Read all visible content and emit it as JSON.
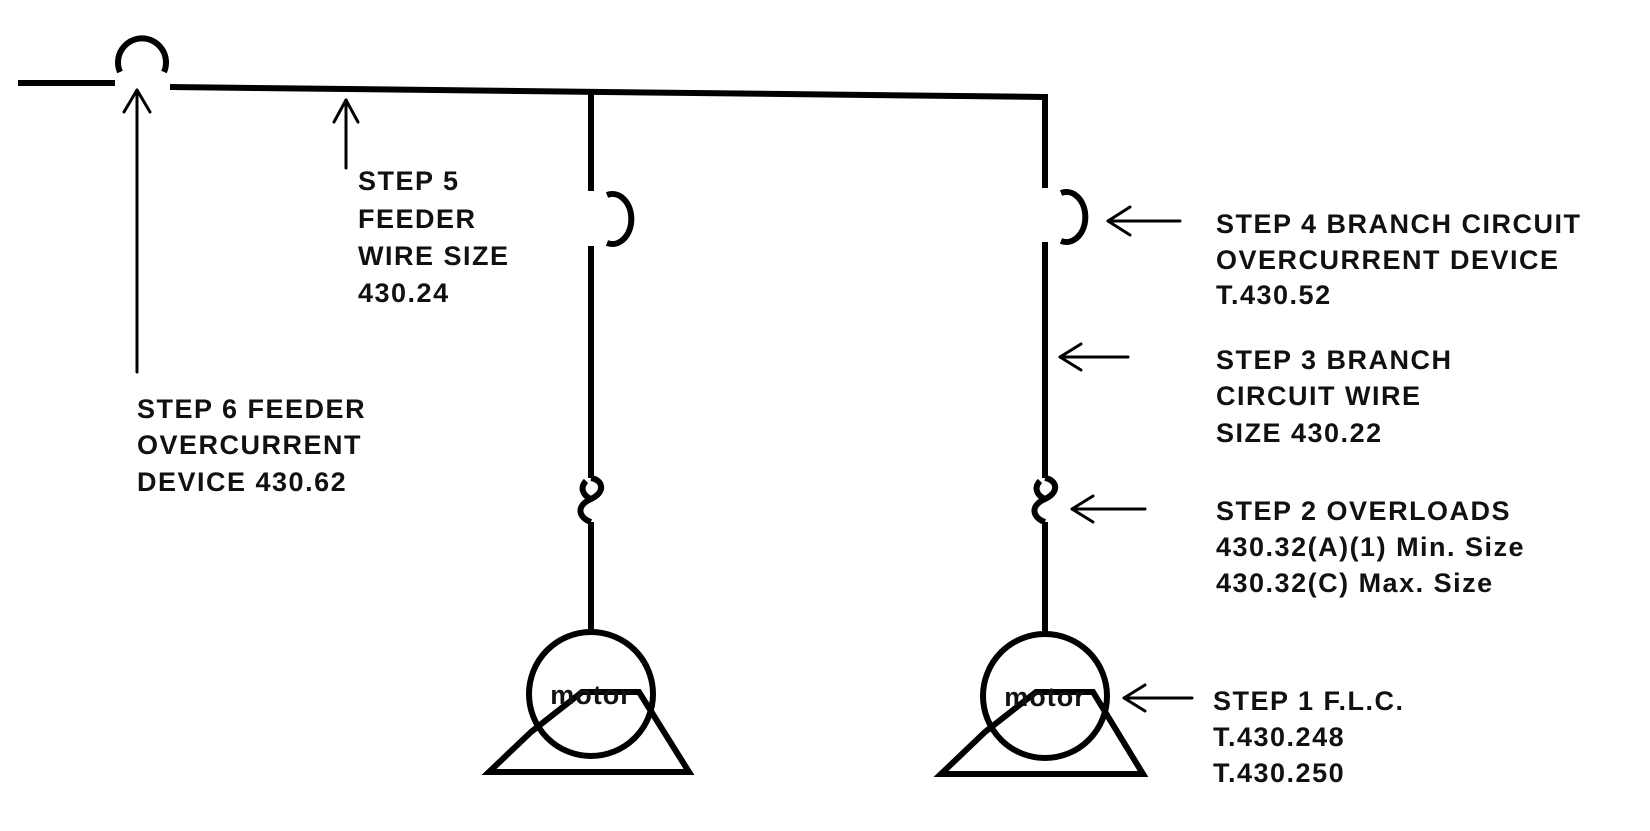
{
  "colors": {
    "line": "#000000",
    "background": "#ffffff"
  },
  "motors": [
    {
      "label": "motor"
    },
    {
      "label": "motor"
    }
  ],
  "steps": {
    "step1": [
      "STEP  1  F.L.C.",
      "T.430.248",
      "T.430.250"
    ],
    "step2": [
      "STEP  2   OVERLOADS",
      "430.32(A)(1)  Min.  Size",
      "430.32(C)  Max.  Size"
    ],
    "step3": [
      "STEP  3  BRANCH",
      "CIRCUIT  WIRE",
      "SIZE   430.22"
    ],
    "step4": [
      "STEP  4  BRANCH  CIRCUIT",
      "OVERCURRENT   DEVICE",
      "T.430.52"
    ],
    "step5": [
      "STEP  5",
      "FEEDER",
      "WIRE  SIZE",
      "430.24"
    ],
    "step6": [
      "STEP  6  FEEDER",
      "OVERCURRENT",
      "DEVICE   430.62"
    ]
  }
}
